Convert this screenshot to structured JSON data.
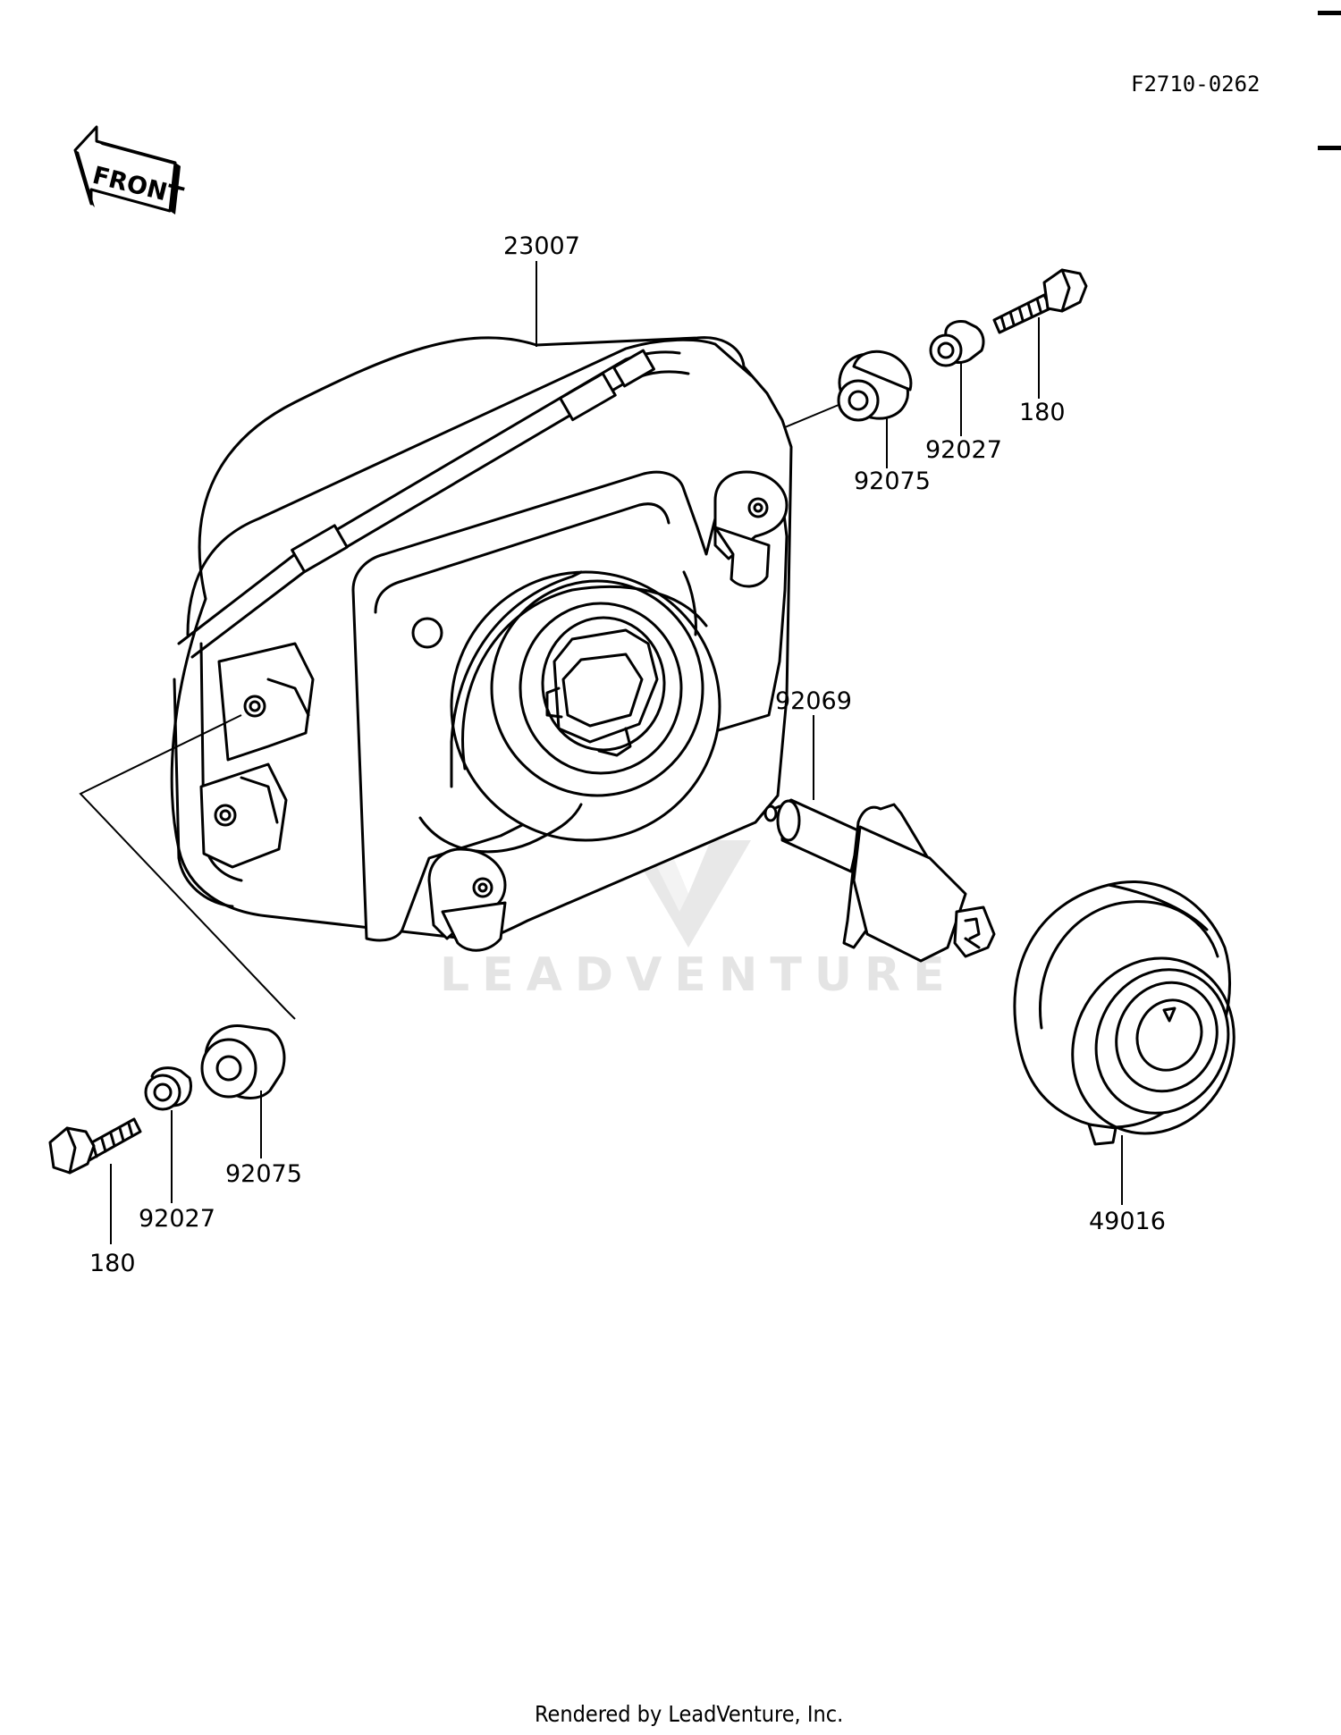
{
  "diagram_code": "F2710-0262",
  "front_arrow_label": "FRONT",
  "watermark": "LEADVENTURE",
  "footer": "Rendered by LeadVenture, Inc.",
  "callouts": {
    "headlight_unit": "23007",
    "grommet_right": "92075",
    "collar_right": "92027",
    "bolt_right": "180",
    "bulb": "92069",
    "bulb_cover": "49016",
    "grommet_left": "92075",
    "collar_left": "92027",
    "bolt_left": "180"
  }
}
